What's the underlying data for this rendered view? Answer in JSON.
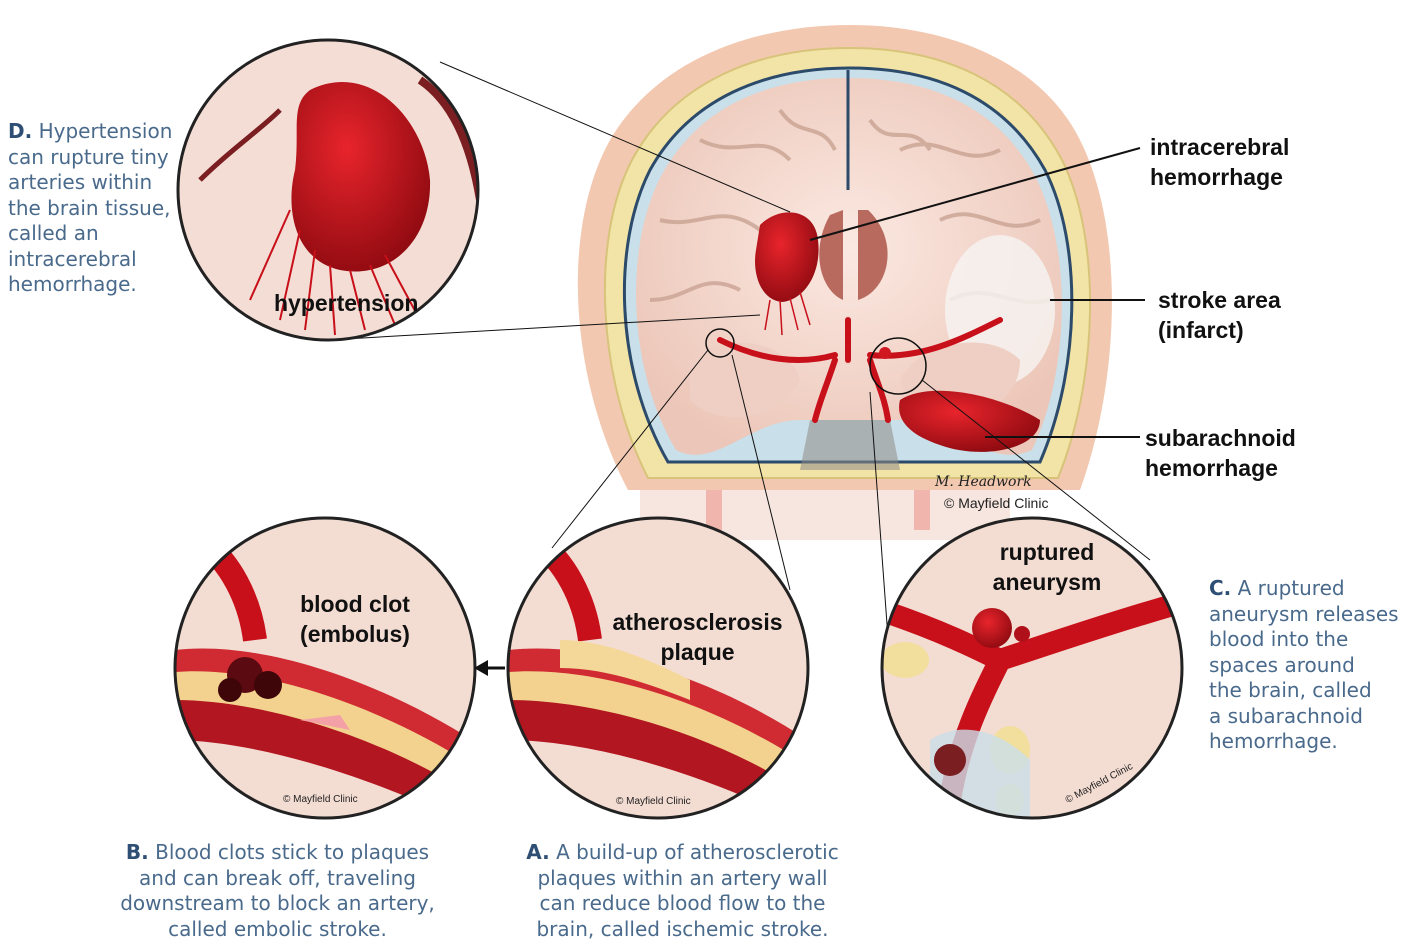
{
  "captions": {
    "d": {
      "letter": "D.",
      "lines": [
        "Hypertension",
        "can rupture tiny",
        "arteries within",
        "the brain tissue,",
        "called an",
        "intracerebral",
        "hemorrhage."
      ]
    },
    "c": {
      "letter": "C.",
      "lines": [
        "A ruptured",
        "aneurysm releases",
        "blood into the",
        "spaces around",
        "the brain, called",
        "a subarachnoid",
        "hemorrhage."
      ]
    },
    "b": {
      "letter": "B.",
      "lines": [
        "Blood clots stick to plaques",
        "and can break off, traveling",
        "downstream to block an artery,",
        "called embolic stroke."
      ]
    },
    "a": {
      "letter": "A.",
      "lines": [
        "A build-up of atherosclerotic",
        "plaques within an artery wall",
        "can reduce blood flow to the",
        "brain, called ischemic stroke."
      ]
    }
  },
  "labels": {
    "intracerebral": [
      "intracerebral",
      "hemorrhage"
    ],
    "stroke": [
      "stroke area",
      "(infarct)"
    ],
    "subarachnoid": [
      "subarachnoid",
      "hemorrhage"
    ],
    "hypertension": "hypertension",
    "clot": [
      "blood clot",
      "(embolus)"
    ],
    "plaque": [
      "atherosclerosis",
      "plaque"
    ],
    "aneurysm": [
      "ruptured",
      "aneurysm"
    ]
  },
  "watermarks": {
    "brain": "© Mayfield Clinic",
    "clot": "© Mayfield Clinic",
    "plaque": "© Mayfield Clinic",
    "aneurysm": "© Mayfield Clinic",
    "signature": "M. Headwork"
  },
  "colors": {
    "caption_text": "#4a6a8c",
    "caption_letter": "#2f4e74",
    "blood": "#c8101a",
    "tissue": "#f1d6cc",
    "skull": "#f2e3a6"
  }
}
